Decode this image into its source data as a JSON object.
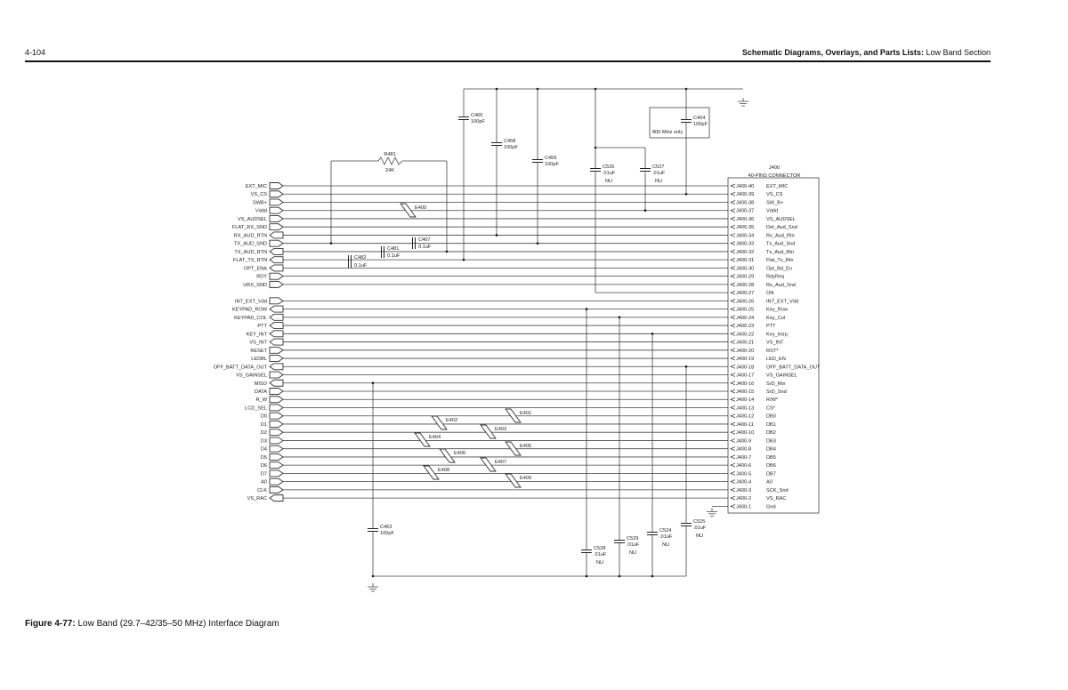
{
  "header": {
    "page_number": "4-104",
    "title_bold": "Schematic Diagrams, Overlays, and Parts Lists:",
    "title_rest": " Low Band Section"
  },
  "caption": {
    "figure_label": "Figure 4-77:",
    "text": " Low Band (29.7–42/35–50 MHz) Interface Diagram"
  },
  "connector": {
    "ref": "J400",
    "title": "40-PINS CONNECTOR",
    "pins": [
      {
        "pin": "J400-40",
        "name": "EXT_MIC"
      },
      {
        "pin": "J400-39",
        "name": "VS_CS"
      },
      {
        "pin": "J400-38",
        "name": "SW_B+"
      },
      {
        "pin": "J400-37",
        "name": "Vddd"
      },
      {
        "pin": "J400-36",
        "name": "VS_AUDSEL"
      },
      {
        "pin": "J400-35",
        "name": "Det_Aud_Snd"
      },
      {
        "pin": "J400-34",
        "name": "Rx_Aud_Rtn"
      },
      {
        "pin": "J400-33",
        "name": "Tx_Aud_Snd"
      },
      {
        "pin": "J400-32",
        "name": "Tx_Aud_Rtn"
      },
      {
        "pin": "J400-31",
        "name": "Flat_Tx_Rtn"
      },
      {
        "pin": "J400-30",
        "name": "Opt_Bd_En"
      },
      {
        "pin": "J400-29",
        "name": "RdyReq"
      },
      {
        "pin": "J400-28",
        "name": "Rx_Aud_Snd"
      },
      {
        "pin": "J400-27",
        "name": "ON"
      },
      {
        "pin": "J400-26",
        "name": "INT_EXT_Vdd"
      },
      {
        "pin": "J400-25",
        "name": "Key_Row"
      },
      {
        "pin": "J400-24",
        "name": "Key_Col"
      },
      {
        "pin": "J400-23",
        "name": "PTT"
      },
      {
        "pin": "J400-22",
        "name": "Key_Intrp"
      },
      {
        "pin": "J400-21",
        "name": "VS_INT"
      },
      {
        "pin": "J400-20",
        "name": "RST*"
      },
      {
        "pin": "J400-19",
        "name": "LED_EN"
      },
      {
        "pin": "J400-18",
        "name": "OFF_BATT_DATA_OUT"
      },
      {
        "pin": "J400-17",
        "name": "VS_GAINSEL"
      },
      {
        "pin": "J400-16",
        "name": "SrD_Rtn"
      },
      {
        "pin": "J400-15",
        "name": "SrD_Snd"
      },
      {
        "pin": "J400-14",
        "name": "R/W*"
      },
      {
        "pin": "J400-13",
        "name": "CS*"
      },
      {
        "pin": "J400-12",
        "name": "DB0"
      },
      {
        "pin": "J400-11",
        "name": "DB1"
      },
      {
        "pin": "J400-10",
        "name": "DB2"
      },
      {
        "pin": "J400-9",
        "name": "DB3"
      },
      {
        "pin": "J400-8",
        "name": "DB4"
      },
      {
        "pin": "J400-7",
        "name": "DB5"
      },
      {
        "pin": "J400-6",
        "name": "DB6"
      },
      {
        "pin": "J400-5",
        "name": "DB7"
      },
      {
        "pin": "J400-4",
        "name": "A0"
      },
      {
        "pin": "J400-3",
        "name": "SCK_Snd"
      },
      {
        "pin": "J400-2",
        "name": "VS_RAC"
      },
      {
        "pin": "J400-1",
        "name": "Gnd"
      }
    ]
  },
  "signals": [
    {
      "name": "EXT_MIC",
      "dir": "out",
      "pin": 40
    },
    {
      "name": "VS_CS",
      "dir": "out",
      "pin": 39
    },
    {
      "name": "SWB+",
      "dir": "out",
      "pin": 38
    },
    {
      "name": "Vddd",
      "dir": "out",
      "pin": 37
    },
    {
      "name": "VS_AUDSEL",
      "dir": "out",
      "pin": 36
    },
    {
      "name": "FLAT_RX_SND",
      "dir": "out",
      "pin": 35
    },
    {
      "name": "RX_AUD_RTN",
      "dir": "in",
      "pin": 34
    },
    {
      "name": "TX_AUD_SND",
      "dir": "out",
      "pin": 33
    },
    {
      "name": "TX_AUD_RTN",
      "dir": "in",
      "pin": 32
    },
    {
      "name": "FLAT_TX_RTN",
      "dir": "in",
      "pin": 31
    },
    {
      "name": "OPT_ENA",
      "dir": "in",
      "pin": 30
    },
    {
      "name": "RDY",
      "dir": "out",
      "pin": 29
    },
    {
      "name": "URX_SND",
      "dir": "out",
      "pin": 28
    },
    {
      "name": "INT_EXT_Vdd",
      "dir": "out",
      "pin": 26
    },
    {
      "name": "KEYPAD_ROW",
      "dir": "in",
      "pin": 25
    },
    {
      "name": "KEYPAD_COL",
      "dir": "in",
      "pin": 24
    },
    {
      "name": "PTT",
      "dir": "in",
      "pin": 23
    },
    {
      "name": "KEY_INT",
      "dir": "in",
      "pin": 22
    },
    {
      "name": "VS_INT",
      "dir": "in",
      "pin": 21
    },
    {
      "name": "RESET",
      "dir": "out",
      "pin": 20
    },
    {
      "name": "LEDBL",
      "dir": "out",
      "pin": 19
    },
    {
      "name": "OFF_BATT_DATA_OUT",
      "dir": "in",
      "pin": 18
    },
    {
      "name": "VS_GAINSEL",
      "dir": "out",
      "pin": 17
    },
    {
      "name": "MISO",
      "dir": "in",
      "pin": 16
    },
    {
      "name": "DATA",
      "dir": "out",
      "pin": 15
    },
    {
      "name": "R_W",
      "dir": "out",
      "pin": 14
    },
    {
      "name": "LCD_SEL",
      "dir": "out",
      "pin": 13
    },
    {
      "name": "D0",
      "dir": "out",
      "pin": 12
    },
    {
      "name": "D1",
      "dir": "out",
      "pin": 11
    },
    {
      "name": "D2",
      "dir": "out",
      "pin": 10
    },
    {
      "name": "D3",
      "dir": "out",
      "pin": 9
    },
    {
      "name": "D4",
      "dir": "out",
      "pin": 8
    },
    {
      "name": "D5",
      "dir": "out",
      "pin": 7
    },
    {
      "name": "D6",
      "dir": "out",
      "pin": 6
    },
    {
      "name": "D7",
      "dir": "out",
      "pin": 5
    },
    {
      "name": "A0",
      "dir": "out",
      "pin": 4
    },
    {
      "name": "CLK",
      "dir": "out",
      "pin": 3
    },
    {
      "name": "VS_RAC",
      "dir": "in",
      "pin": 2
    }
  ],
  "components": {
    "R481": {
      "ref": "R481",
      "value": "24K"
    },
    "C466": {
      "ref": "C466",
      "value": "100pF"
    },
    "C458": {
      "ref": "C458",
      "value": "100pF"
    },
    "C459": {
      "ref": "C459",
      "value": "100pF"
    },
    "C526": {
      "ref": "C526",
      "value": ".01uF",
      "note": "NU"
    },
    "C527": {
      "ref": "C527",
      "value": ".01uF",
      "note": "NU"
    },
    "C404": {
      "ref": "C404",
      "value": "100pF",
      "box_note": "800 MHz only"
    },
    "C467": {
      "ref": "C467",
      "value": "0.1uF"
    },
    "C481": {
      "ref": "C481",
      "value": "0.1uF"
    },
    "C482": {
      "ref": "C482",
      "value": "0.1uF"
    },
    "C463": {
      "ref": "C463",
      "value": "100pF"
    },
    "C528": {
      "ref": "C528",
      "value": ".01uF",
      "note": "NU"
    },
    "C529": {
      "ref": "C529",
      "value": ".01uF",
      "note": "NU"
    },
    "C524": {
      "ref": "C524",
      "value": ".01uF",
      "note": "NU"
    },
    "C525": {
      "ref": "C525",
      "value": ".01uF",
      "note": "NU"
    }
  },
  "jumpers": [
    "E400",
    "E401",
    "E402",
    "E403",
    "E404",
    "E405",
    "E406",
    "E407",
    "E408",
    "E409"
  ]
}
